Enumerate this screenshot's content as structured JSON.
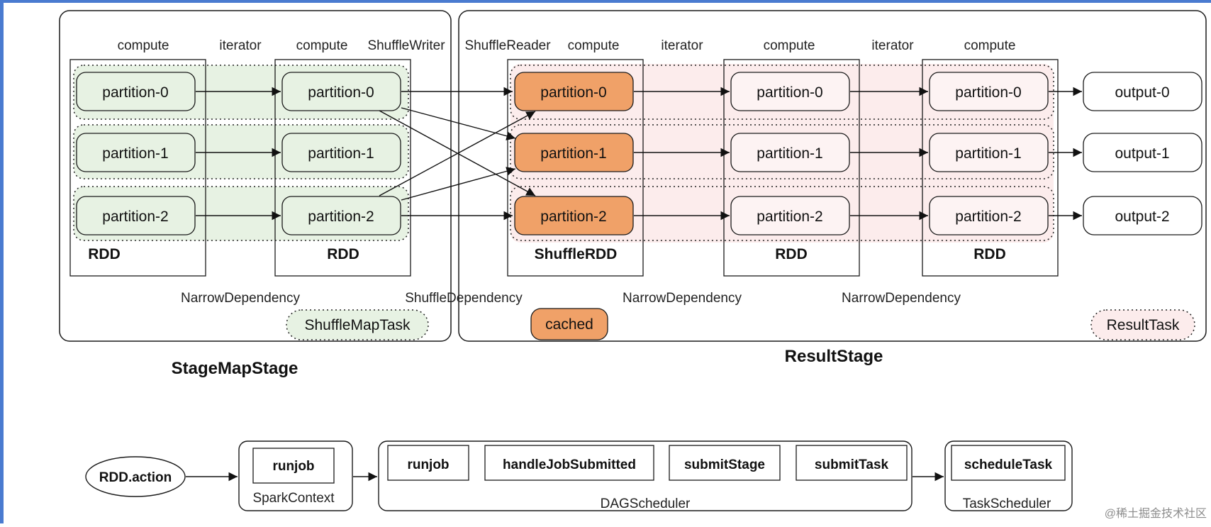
{
  "colors": {
    "green_fill": "#e7f2e3",
    "pink_fill": "#fcecec",
    "orange_fill": "#f0a168",
    "white_fill": "#ffffff",
    "stroke": "#1a1a1a",
    "accent_left": "#4a7bd0"
  },
  "map_stage": {
    "top_labels": [
      "compute",
      "iterator",
      "compute",
      "ShuffleWriter"
    ],
    "rdd1": {
      "label": "RDD",
      "partitions": [
        "partition-0",
        "partition-1",
        "partition-2"
      ]
    },
    "rdd2": {
      "label": "RDD",
      "partitions": [
        "partition-0",
        "partition-1",
        "partition-2"
      ]
    },
    "dependency": "NarrowDependency",
    "task": "ShuffleMapTask",
    "title": "StageMapStage"
  },
  "result_stage": {
    "top_labels": [
      "ShuffleReader",
      "compute",
      "iterator",
      "compute",
      "iterator",
      "compute"
    ],
    "shuffle_rdd": {
      "label": "ShuffleRDD",
      "partitions": [
        "partition-0",
        "partition-1",
        "partition-2"
      ]
    },
    "rdd3": {
      "label": "RDD",
      "partitions": [
        "partition-0",
        "partition-1",
        "partition-2"
      ]
    },
    "rdd4": {
      "label": "RDD",
      "partitions": [
        "partition-0",
        "partition-1",
        "partition-2"
      ]
    },
    "outputs": [
      "output-0",
      "output-1",
      "output-2"
    ],
    "dependencies": [
      "ShuffleDependency",
      "NarrowDependency",
      "NarrowDependency"
    ],
    "cached": "cached",
    "task": "ResultTask",
    "title": "ResultStage"
  },
  "flow": {
    "start": "RDD.action",
    "spark_context": {
      "label": "SparkContext",
      "step": "runjob"
    },
    "dag_scheduler": {
      "label": "DAGScheduler",
      "steps": [
        "runjob",
        "handleJobSubmitted",
        "submitStage",
        "submitTask"
      ]
    },
    "task_scheduler": {
      "label": "TaskScheduler",
      "step": "scheduleTask"
    }
  },
  "watermark": "@稀土掘金技术社区",
  "icons": [
    "arrow-icon"
  ]
}
